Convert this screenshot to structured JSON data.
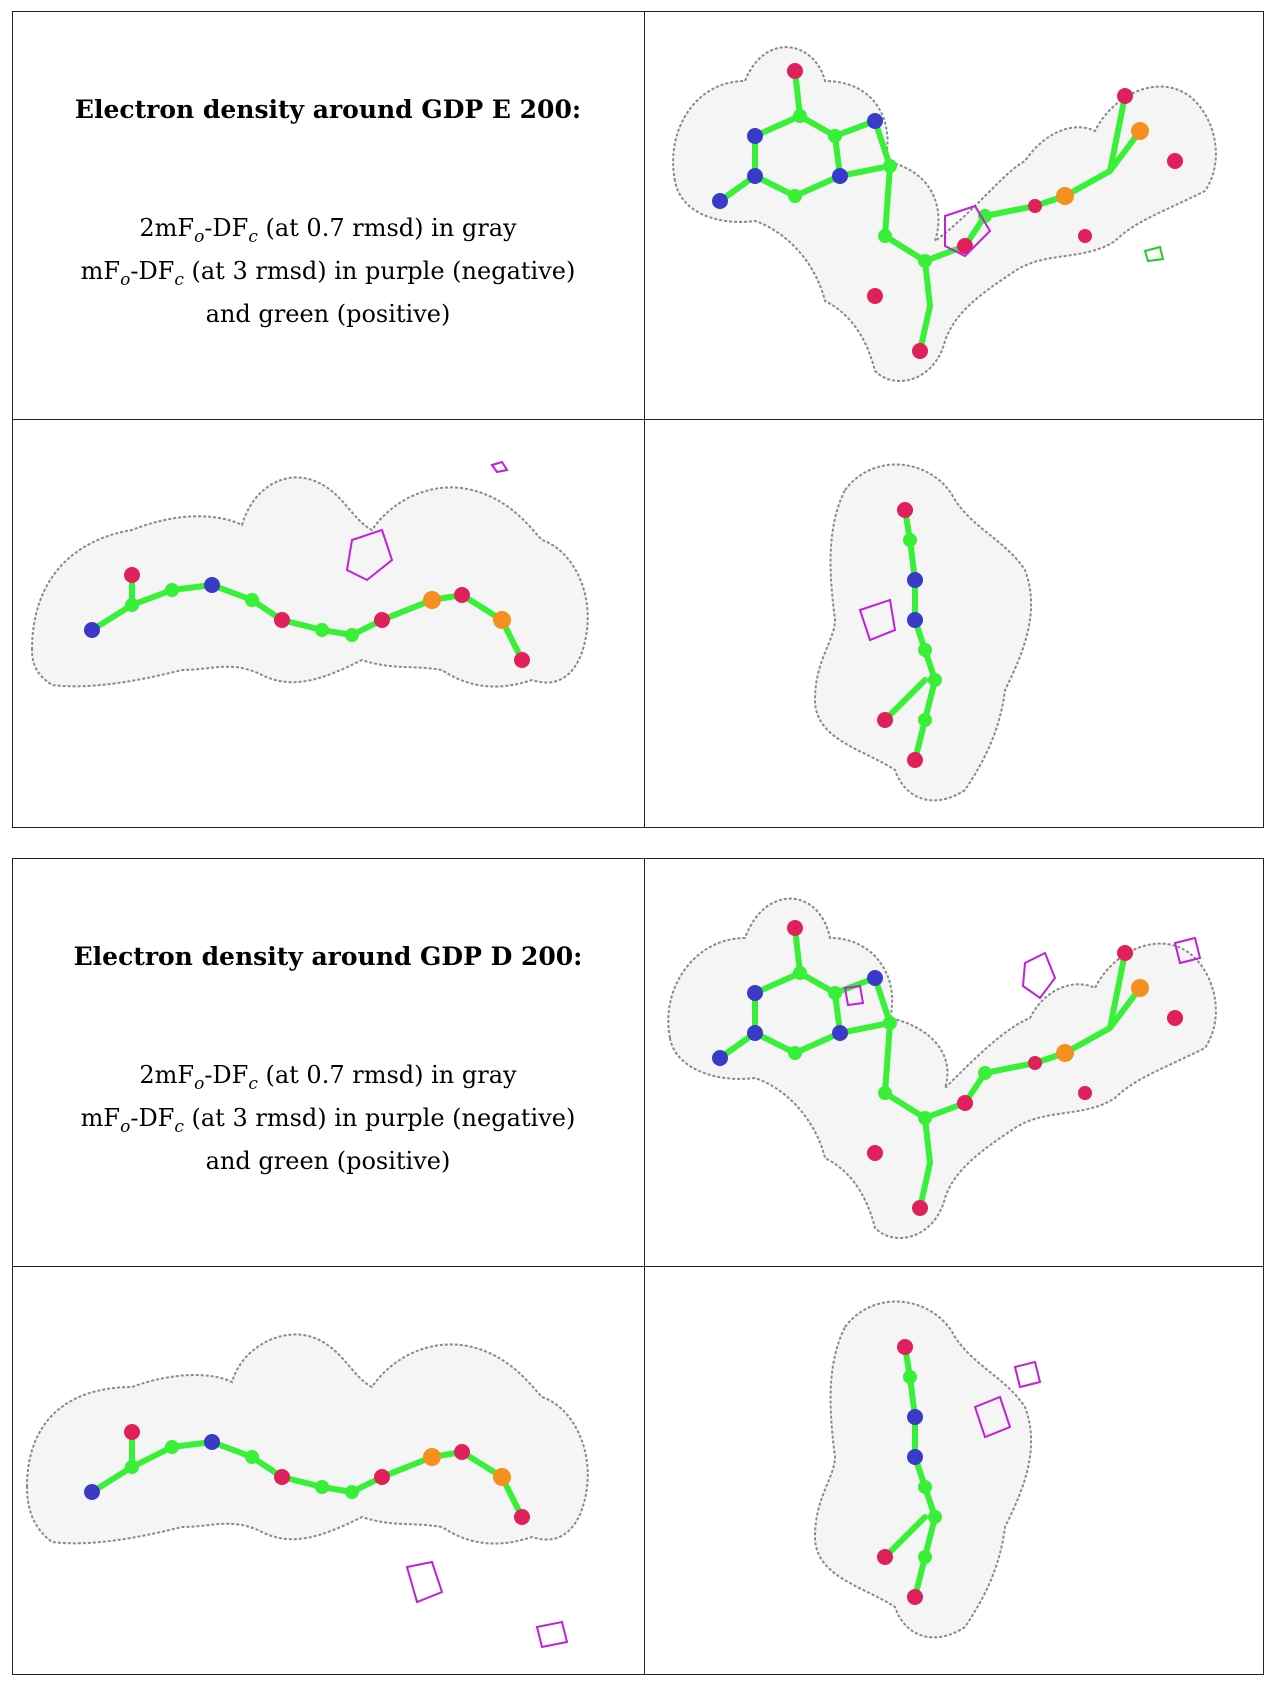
{
  "panels": [
    {
      "title": "Electron density around GDP E 200:",
      "line1": {
        "prefix": "2mF",
        "sub1": "o",
        "mid": "-DF",
        "sub2": "c",
        "suffix": " (at 0.7 rmsd) in gray"
      },
      "line2": {
        "prefix": "mF",
        "sub1": "o",
        "mid": "-DF",
        "sub2": "c",
        "suffix": " (at 3 rmsd) in purple (negative)"
      },
      "line3": "and green (positive)"
    },
    {
      "title": "Electron density around GDP D 200:",
      "line1": {
        "prefix": "2mF",
        "sub1": "o",
        "mid": "-DF",
        "sub2": "c",
        "suffix": " (at 0.7 rmsd) in gray"
      },
      "line2": {
        "prefix": "mF",
        "sub1": "o",
        "mid": "-DF",
        "sub2": "c",
        "suffix": " (at 3 rmsd) in purple (negative)"
      },
      "line3": "and green (positive)"
    }
  ],
  "colors": {
    "mesh": "#8a8a8a",
    "carbon": "#38f038",
    "nitrogen": "#3a3ac8",
    "oxygen": "#e0205a",
    "phosphorus": "#f5901e",
    "negative": "#c020d8",
    "positive": "#20d020",
    "border": "#222222"
  }
}
